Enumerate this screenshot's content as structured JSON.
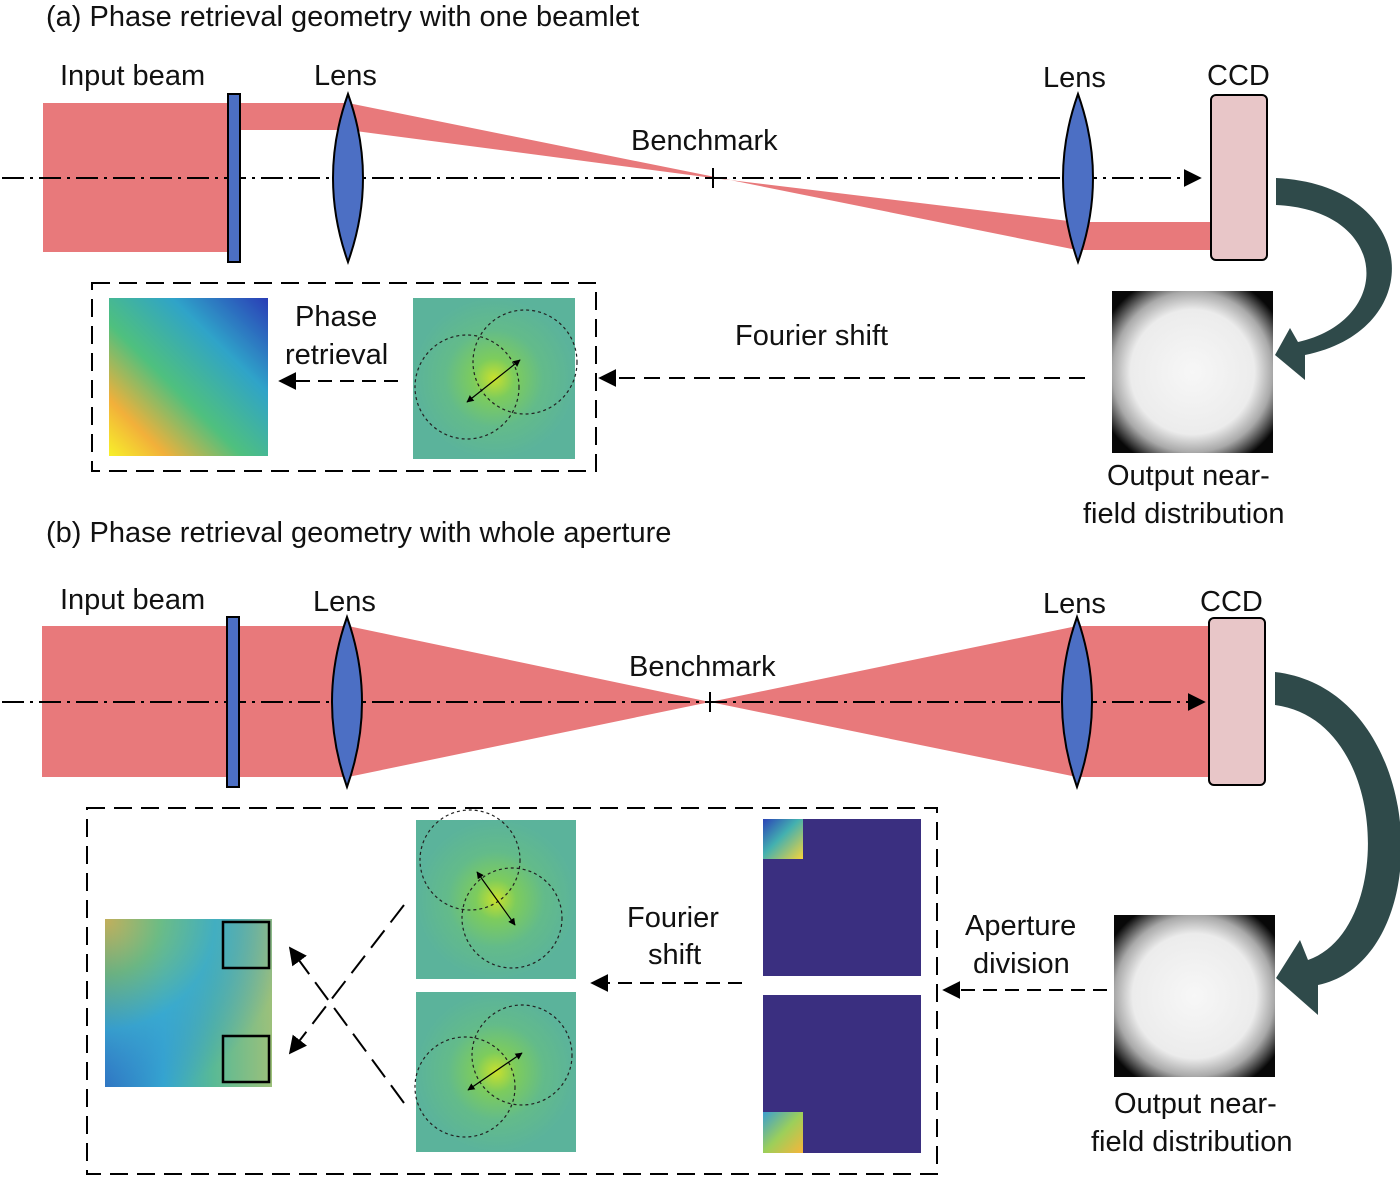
{
  "panel_a": {
    "title": "(a) Phase retrieval geometry with one beamlet",
    "input_beam": "Input beam",
    "lens_1": "Lens",
    "lens_2": "Lens",
    "benchmark": "Benchmark",
    "ccd": "CCD",
    "phase_retrieval_line1": "Phase",
    "phase_retrieval_line2": "retrieval",
    "fourier_shift": "Fourier shift",
    "output_line1": "Output near-",
    "output_line2": "field distribution"
  },
  "panel_b": {
    "title": "(b) Phase retrieval geometry with whole aperture",
    "input_beam": "Input beam",
    "lens_1": "Lens",
    "lens_2": "Lens",
    "benchmark": "Benchmark",
    "ccd": "CCD",
    "fourier_shift_line1": "Fourier",
    "fourier_shift_line2": "shift",
    "aperture_division_line1": "Aperture",
    "aperture_division_line2": "division",
    "output_line1": "Output near-",
    "output_line2": "field distribution"
  },
  "colors": {
    "beam": "#e8797b",
    "lens": "#4c6fc4",
    "ccd": "#e8c6c8",
    "curved_arrow": "#2f4a4a",
    "phase_dark": "#3a2f80",
    "spectrum_bg": "#5bb39b"
  }
}
